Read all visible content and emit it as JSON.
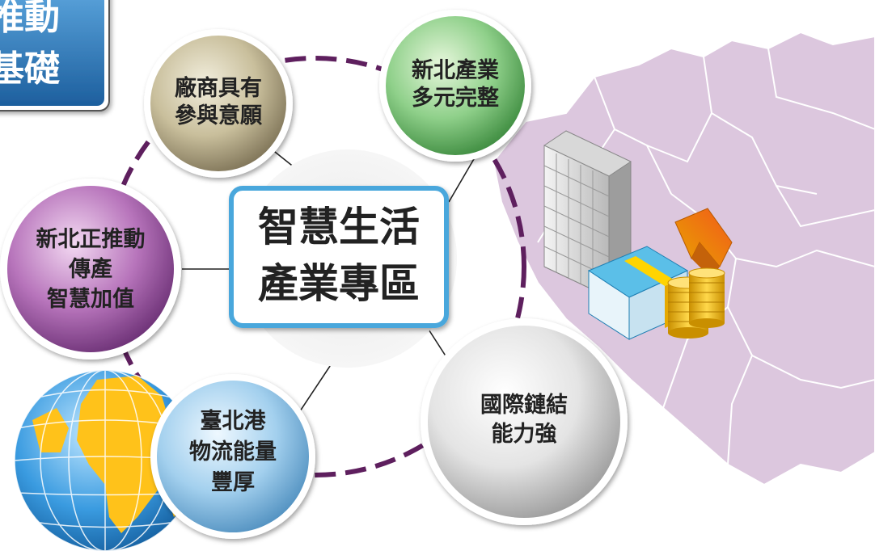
{
  "corner_title": {
    "line1": "推動",
    "line2": "基礎"
  },
  "center": {
    "line1": "智慧生活",
    "line2": "產業專區"
  },
  "nodes": {
    "willingness": {
      "line1": "廠商具有",
      "line2": "參與意願"
    },
    "industry": {
      "line1": "新北產業",
      "line2": "多元完整"
    },
    "promotion": {
      "line1": "新北正推動",
      "line2": "傳產",
      "line3": "智慧加值"
    },
    "logistics": {
      "line1": "臺北港",
      "line2": "物流能量",
      "line3": "豐厚"
    },
    "international": {
      "line1": "國際鏈結",
      "line2": "能力強"
    }
  },
  "colors": {
    "dashed_ring": "#5e1f5e",
    "center_border": "#4aa7dc",
    "map_fill": "#dcc7de",
    "title_blue": "#2a78b8",
    "willingness": "#b8ad8a",
    "industry": "#7cc47a",
    "promotion": "#a865ae",
    "logistics": "#8ec2e4",
    "international": "#d4d4d4"
  },
  "icons": [
    "map-shape",
    "office-building-icon",
    "money-stack-icon",
    "gold-coins-icon",
    "growth-arrow-icon",
    "globe-icon"
  ]
}
